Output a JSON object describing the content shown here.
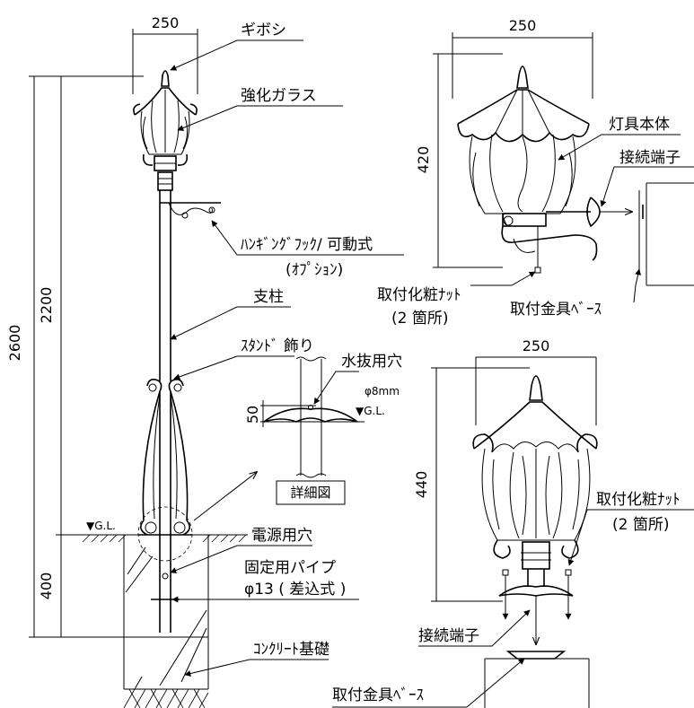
{
  "dimensions": {
    "pole_top_width": "250",
    "total_height": "2600",
    "above_ground": "2200",
    "below_ground": "400",
    "wall_lamp_width": "250",
    "wall_lamp_height": "420",
    "post_lamp_width": "250",
    "post_lamp_height": "440",
    "detail_height": "50"
  },
  "labels": {
    "finial": "ギボシ",
    "glass": "強化ガラス",
    "hook_line1": "ﾊﾝｷﾞﾝｸﾞﾌｯｸ/ 可動式",
    "hook_line2": "(ｵﾌﾟｼｮﾝ)",
    "pole": "支柱",
    "stand": "ｽﾀﾝﾄﾞ 飾り",
    "drain": "水抜用穴",
    "drain_size": "φ8mm",
    "gl_detail": "▼G.L.",
    "gl_main": "▼G.L.",
    "detail_caption": "詳細図",
    "power_hole": "電源用穴",
    "pipe_line1": "固定用パイプ",
    "pipe_line2": "φ13 ( 差込式 )",
    "foundation": "ｺﾝｸﾘｰﾄ基礎",
    "lamp_body": "灯具本体",
    "terminal_wall": "接続端子",
    "nut_wall_line1": "取付化粧ﾅｯﾄ",
    "nut_wall_line2": "(2 箇所)",
    "base_wall": "取付金具ﾍﾞｰｽ",
    "nut_post_line1": "取付化粧ﾅｯﾄ",
    "nut_post_line2": "(2 箇所)",
    "terminal_post": "接続端子",
    "base_post": "取付金具ﾍﾞｰｽ"
  }
}
